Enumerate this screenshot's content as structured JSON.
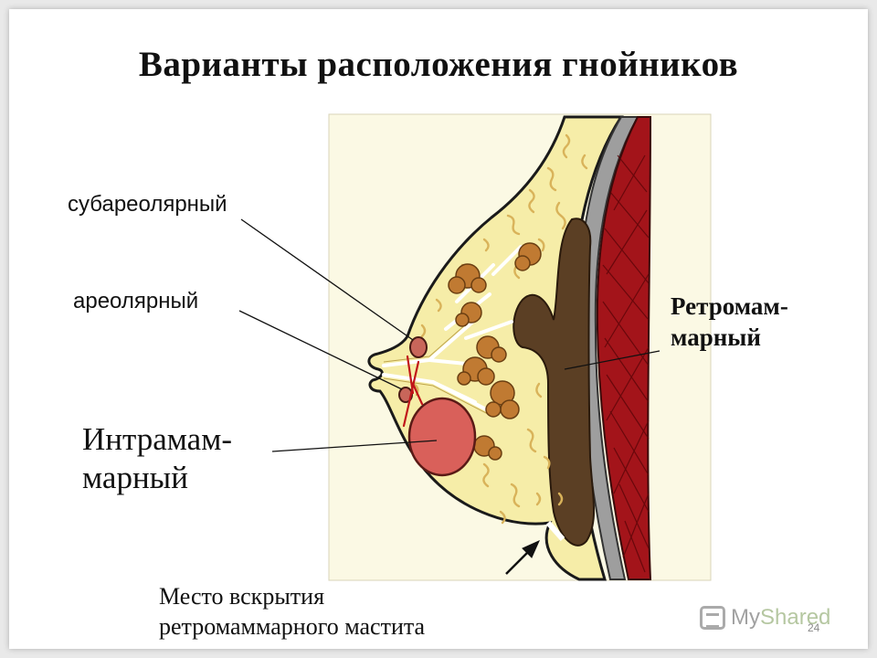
{
  "slide": {
    "title": "Варианты расположения гнойников",
    "page_number": "24"
  },
  "labels": {
    "subareolar": "субареолярный",
    "areolar": "ареолярный",
    "retromammary_line1": "Ретромам-",
    "retromammary_line2": "марный",
    "intramammary_line1": "Интрамам-",
    "intramammary_line2": "марный",
    "incision_line1": "Место вскрытия",
    "incision_line2": "ретромаммарного мастита"
  },
  "watermark": {
    "text_a": "My",
    "text_b": "Shared"
  },
  "colors": {
    "tissue_fill": "#f6eda8",
    "fat_lobule": "#ddb85a",
    "gland_brown": "#c07a32",
    "retro_dark": "#5b3f24",
    "abscess_red": "#d9605a",
    "muscle_red": "#a3141a",
    "background_panel": "#fbf9e4"
  }
}
